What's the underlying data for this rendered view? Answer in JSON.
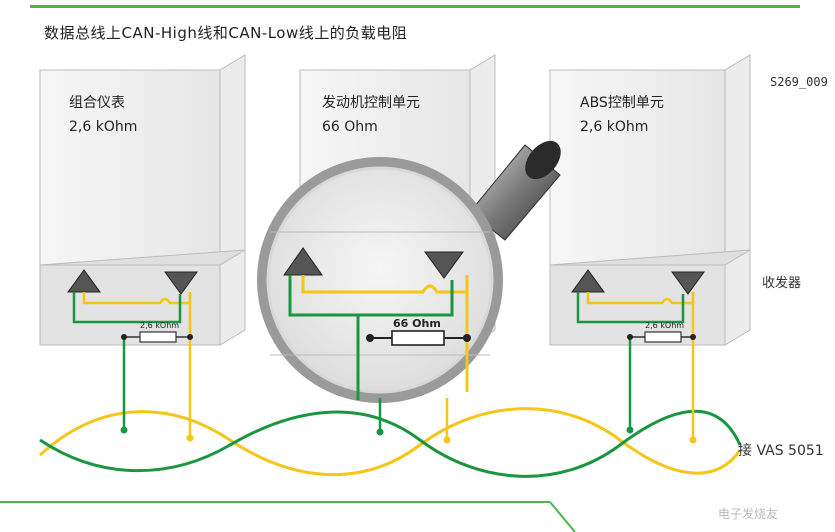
{
  "title": "数据总线上CAN-High线和CAN-Low线上的负载电阻",
  "figure_id": "S269_009",
  "modules": [
    {
      "name": "组合仪表",
      "resistance": "2,6 kOhm",
      "resistor_label": "2,6 kOhm"
    },
    {
      "name": "发动机控制单元",
      "resistance": "66 Ohm",
      "resistor_label": "66 Ohm"
    },
    {
      "name": "ABS控制单元",
      "resistance": "2,6 kOhm",
      "resistor_label": "2,6 kOhm"
    }
  ],
  "transceiver_label": "收发器",
  "connector_label": "接 VAS 5051",
  "watermark": "电子发烧友",
  "colors": {
    "can_high": "#f5c518",
    "can_low": "#1a9640",
    "accent": "#4cb64c"
  }
}
